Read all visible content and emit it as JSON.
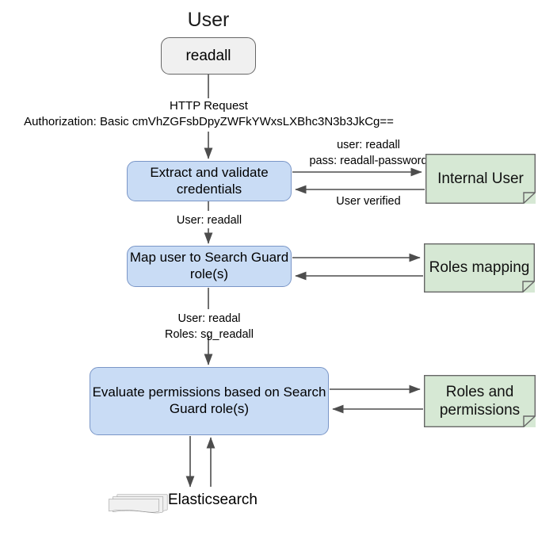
{
  "diagram": {
    "title": "User",
    "type": "flowchart",
    "colors": {
      "process_fill": "#c9dcf5",
      "process_stroke": "#7a96c7",
      "note_fill": "#d6e8d4",
      "note_stroke": "#666666",
      "actor_fill": "#f0f0f0",
      "document_fill": "#f0f0f0",
      "edge_stroke": "#4d4d4d",
      "text": "#000000"
    },
    "actor": {
      "label": "readall"
    },
    "processes": [
      {
        "id": "extract",
        "label": "Extract and validate credentials"
      },
      {
        "id": "map",
        "label": "Map user to Search Guard role(s)"
      },
      {
        "id": "evaluate",
        "label": "Evaluate permissions based on Search Guard role(s)"
      }
    ],
    "notes": [
      {
        "id": "internal-user",
        "label": "Internal User"
      },
      {
        "id": "roles-mapping",
        "label": "Roles mapping"
      },
      {
        "id": "roles-permissions",
        "label": "Roles and permissions"
      }
    ],
    "datastore": {
      "label": "Elasticsearch"
    },
    "edge_labels": {
      "http_request_line1": "HTTP Request",
      "http_request_line2": "Authorization: Basic cmVhZGFsbDpyZWFkYWxsLXBhc3N3b3JkCg==",
      "credentials_user": "user: readall",
      "credentials_pass": "pass: readall-password",
      "user_verified": "User verified",
      "user_readall": "User: readall",
      "user_readal": "User: readal",
      "roles_sg_readall": "Roles: sg_readall"
    }
  }
}
